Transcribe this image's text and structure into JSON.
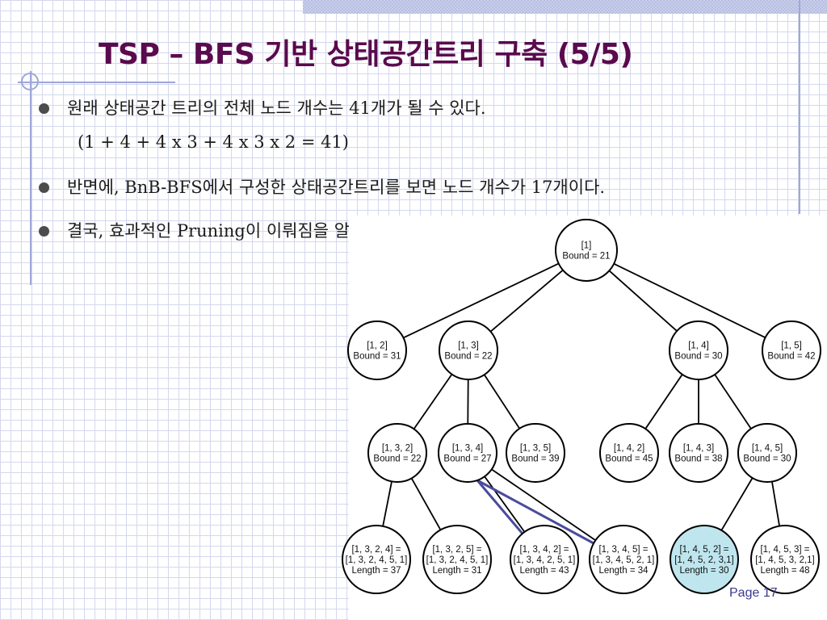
{
  "slide": {
    "title": "TSP – BFS 기반 상태공간트리 구축 (5/5)",
    "bullets": [
      {
        "text": "원래 상태공간 트리의 전체 노드 개수는 41개가 될 수 있다.",
        "subtext": "(1 + 4 + 4 x 3 + 4 x 3 x 2 = 41)"
      },
      {
        "text": "반면에, BnB-BFS에서 구성한 상태공간트리를 보면 노드 개수가 17개이다."
      },
      {
        "text": "결국, 효과적인 Pruning이 이뤄짐을 알 수 있다."
      }
    ],
    "page": "Page 17"
  },
  "colors": {
    "title": "#5a0a4d",
    "grid": "#d4d8ee",
    "deco_lines": "#9ea7d8",
    "highlight_node": "#bfe6ee",
    "pruned_edge": "#4a4a9e"
  },
  "tree": {
    "nodes": [
      {
        "id": "n1",
        "lines": [
          "[1]",
          "Bound = 21"
        ]
      },
      {
        "id": "n12",
        "lines": [
          "[1, 2]",
          "Bound = 31"
        ]
      },
      {
        "id": "n13",
        "lines": [
          "[1, 3]",
          "Bound = 22"
        ]
      },
      {
        "id": "n14",
        "lines": [
          "[1, 4]",
          "Bound = 30"
        ]
      },
      {
        "id": "n15",
        "lines": [
          "[1, 5]",
          "Bound = 42"
        ]
      },
      {
        "id": "n132",
        "lines": [
          "[1, 3, 2]",
          "Bound = 22"
        ]
      },
      {
        "id": "n134",
        "lines": [
          "[1, 3, 4]",
          "Bound = 27"
        ]
      },
      {
        "id": "n135",
        "lines": [
          "[1, 3, 5]",
          "Bound = 39"
        ]
      },
      {
        "id": "n142",
        "lines": [
          "[1, 4, 2]",
          "Bound = 45"
        ]
      },
      {
        "id": "n143",
        "lines": [
          "[1, 4, 3]",
          "Bound = 38"
        ]
      },
      {
        "id": "n145",
        "lines": [
          "[1, 4, 5]",
          "Bound = 30"
        ]
      },
      {
        "id": "n1324",
        "lines": [
          "[1, 3, 2, 4] =",
          "[1, 3, 2, 4, 5, 1]",
          "Length = 37"
        ]
      },
      {
        "id": "n1325",
        "lines": [
          "[1, 3, 2, 5] =",
          "[1, 3, 2, 4, 5, 1]",
          "Length = 31"
        ]
      },
      {
        "id": "n1342",
        "lines": [
          "[1, 3, 4, 2] =",
          "[1, 3, 4, 2, 5, 1]",
          "Length = 43"
        ]
      },
      {
        "id": "n1345",
        "lines": [
          "[1, 3, 4, 5] =",
          "[1, 3, 4, 5, 2, 1]",
          "Length = 34"
        ]
      },
      {
        "id": "n1452",
        "lines": [
          "[1, 4, 5, 2] =",
          "[1, 4, 5, 2, 3,1]",
          "Length = 30"
        ],
        "highlight": true
      },
      {
        "id": "n1453",
        "lines": [
          "[1, 4, 5, 3] =",
          "[1, 4, 5, 3, 2,1]",
          "Length = 48"
        ]
      }
    ],
    "edges": [
      [
        "n1",
        "n12"
      ],
      [
        "n1",
        "n13"
      ],
      [
        "n1",
        "n14"
      ],
      [
        "n1",
        "n15"
      ],
      [
        "n13",
        "n132"
      ],
      [
        "n13",
        "n134"
      ],
      [
        "n13",
        "n135"
      ],
      [
        "n14",
        "n142"
      ],
      [
        "n14",
        "n143"
      ],
      [
        "n14",
        "n145"
      ],
      [
        "n132",
        "n1324"
      ],
      [
        "n132",
        "n1325"
      ],
      [
        "n134",
        "n1342"
      ],
      [
        "n134",
        "n1345"
      ],
      [
        "n145",
        "n1452"
      ],
      [
        "n145",
        "n1453"
      ]
    ],
    "pruned_edges": [
      [
        "n134",
        "n1342"
      ],
      [
        "n134",
        "n1345"
      ]
    ]
  }
}
